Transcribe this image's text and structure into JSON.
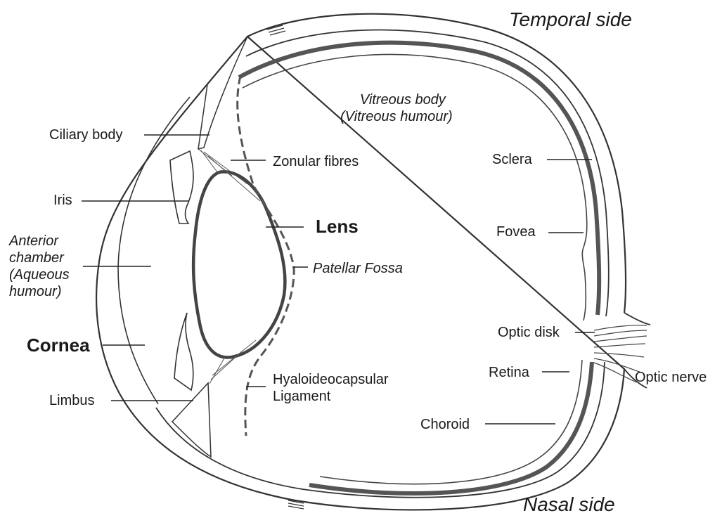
{
  "labels": {
    "temporal_side": "Temporal side",
    "nasal_side": "Nasal side",
    "vitreous_body": "Vitreous body",
    "vitreous_humour": "(Vitreous humour)",
    "ciliary_body": "Ciliary body",
    "zonular_fibres": "Zonular fibres",
    "iris": "Iris",
    "lens": "Lens",
    "patellar_fossa": "Patellar Fossa",
    "anterior": "Anterior",
    "chamber": "chamber",
    "aqueous": "(Aqueous",
    "humour": "humour)",
    "cornea": "Cornea",
    "limbus": "Limbus",
    "hyaloideocapsular": "Hyaloideocapsular",
    "ligament": "Ligament",
    "sclera": "Sclera",
    "fovea": "Fovea",
    "optic_disk": "Optic disk",
    "retina": "Retina",
    "optic_nerve": "Optic nerve",
    "choroid": "Choroid"
  },
  "colors": {
    "outline": "#333333",
    "choroid_band": "#555555",
    "leader": "#222222"
  }
}
